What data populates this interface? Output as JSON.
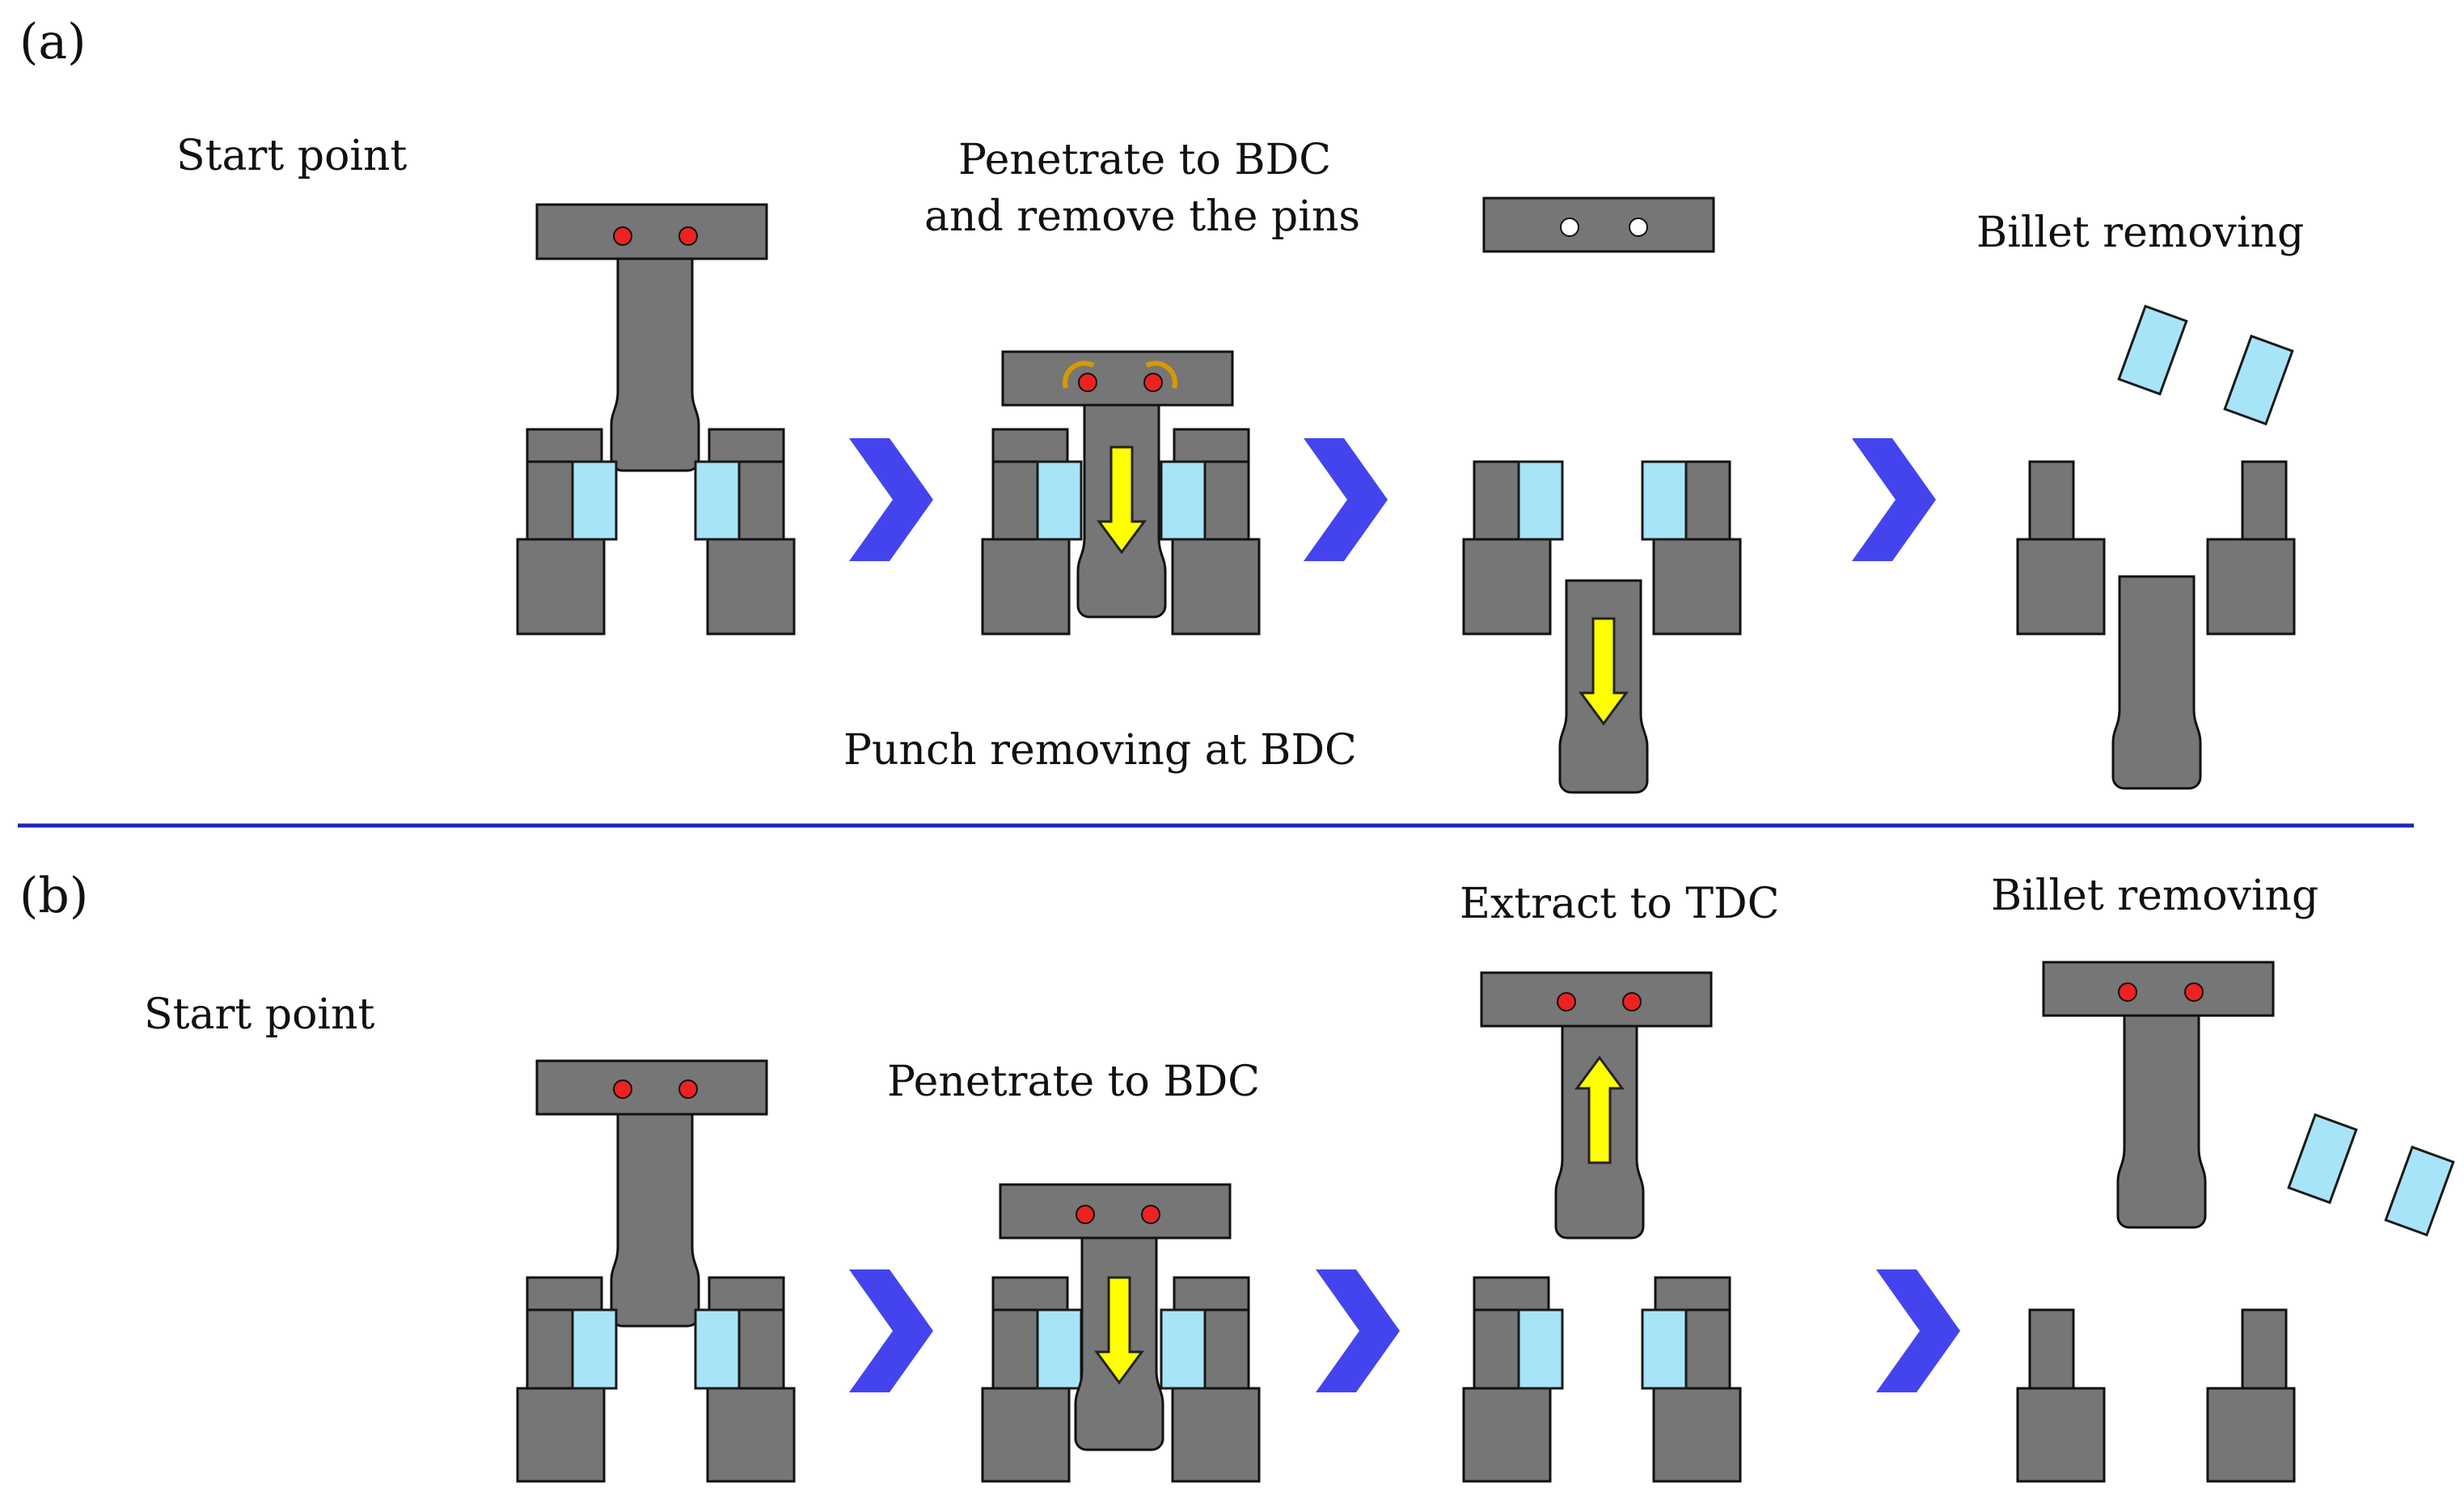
{
  "panel_a": {
    "tag": "(a)",
    "label_start": "Start point",
    "label_penetrate_line1": "Penetrate to BDC",
    "label_penetrate_line2": "and remove the pins",
    "label_billet": "Billet removing",
    "label_punch": "Punch removing at BDC"
  },
  "panel_b": {
    "tag": "(b)",
    "label_start": "Start point",
    "label_penetrate": "Penetrate to BDC",
    "label_extract": "Extract to TDC",
    "label_billet": "Billet removing"
  },
  "colors": {
    "tool": "#767676",
    "billet": "#a8e4f8",
    "chevron": "#4444ee",
    "arrow": "#ffff00",
    "pin": "#ee2222",
    "divider": "#2222bb"
  },
  "icons": {
    "step_arrow": "chevron-right-icon",
    "motion_arrow": "arrow-icon",
    "pin": "pin-dot-icon",
    "pin_rotation": "rotate-icon"
  }
}
